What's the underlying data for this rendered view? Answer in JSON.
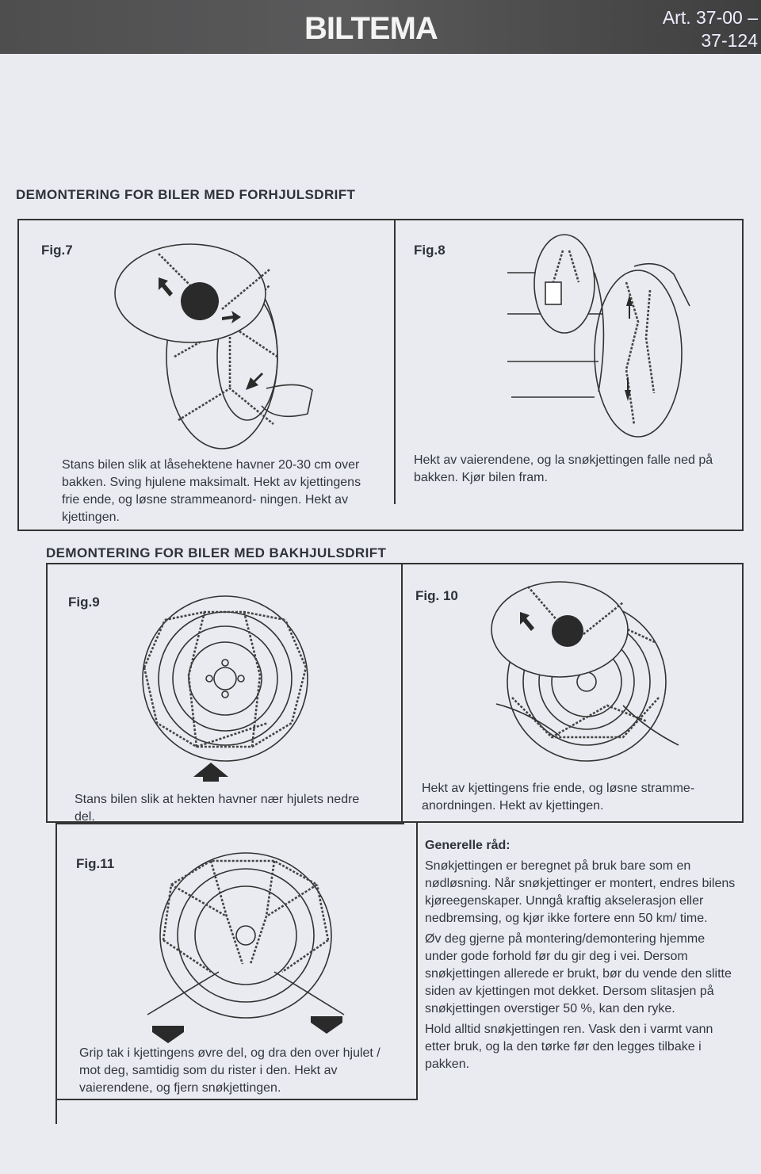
{
  "header": {
    "brand": "BILTEMA",
    "article_line1": "Art. 37-00 –",
    "article_line2": "37-124"
  },
  "section_front": {
    "title": "DEMONTERING FOR BILER MED FORHJULSDRIFT",
    "fig7": {
      "label": "Fig.7",
      "caption": "Stans bilen slik at låsehektene havner 20-30 cm over bakken. Sving hjulene maksimalt. Hekt av kjettingens frie ende, og løsne strammeanord- ningen. Hekt av kjettingen."
    },
    "fig8": {
      "label": "Fig.8",
      "caption": "Hekt av vaierendene, og la snøkjettingen falle ned på bakken. Kjør bilen fram."
    }
  },
  "section_rear": {
    "title": "DEMONTERING FOR BILER MED BAKHJULSDRIFT",
    "fig9": {
      "label": "Fig.9",
      "caption": "Stans bilen slik at hekten havner nær hjulets nedre del."
    },
    "fig10": {
      "label": "Fig. 10",
      "caption": "Hekt av kjettingens frie ende, og løsne stramme- anordningen. Hekt av kjettingen."
    },
    "fig11": {
      "label": "Fig.11",
      "caption": "Grip tak i kjettingens øvre del, og dra den over hjulet / mot deg, samtidig som du rister i den. Hekt av vaierendene, og fjern snøkjettingen."
    }
  },
  "general": {
    "title": "Generelle råd:",
    "paragraphs": [
      "Snøkjettingen er beregnet på bruk bare som en nødløsning. Når snøkjettinger er montert, endres bilens kjøreegenskaper. Unngå kraftig akselerasjon eller nedbremsing, og kjør ikke fortere enn 50 km/ time.",
      "Øv deg gjerne på montering/demontering hjemme under gode forhold før du gir deg i vei. Dersom snøkjettingen allerede er brukt, bør du vende den slitte siden av kjettingen mot dekket. Dersom slitasjen på snøkjettingen overstiger 50 %, kan den ryke.",
      "Hold alltid snøkjettingen ren. Vask den i varmt vann etter bruk, og la den tørke før den legges tilbake i pakken."
    ]
  }
}
